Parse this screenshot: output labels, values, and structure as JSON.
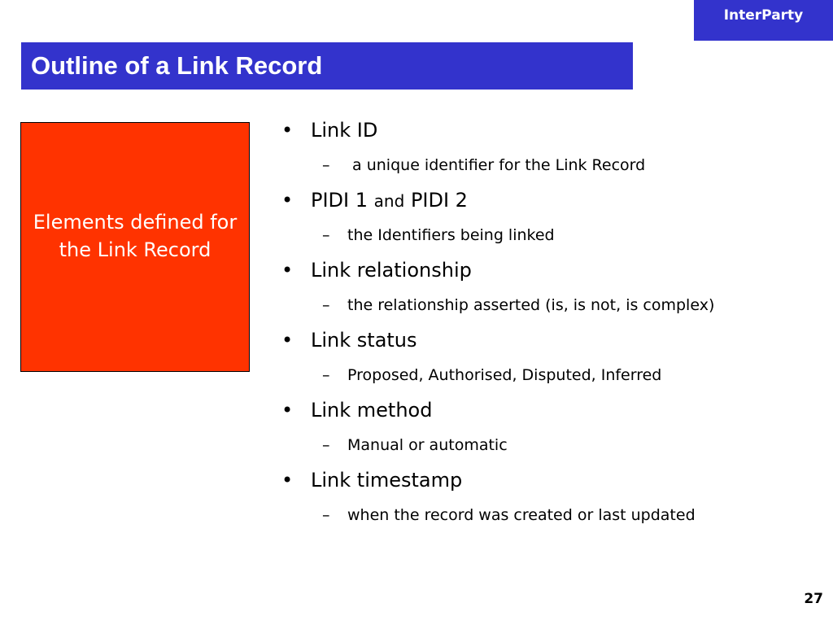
{
  "brand": "InterParty",
  "title": "Outline of a Link Record",
  "side_box": {
    "text": "Elements defined for the Link Record"
  },
  "bullet_glyph": "•",
  "dash_glyph": "–",
  "items": [
    {
      "label": "Link ID",
      "sub": " a unique identifier for the Link Record"
    },
    {
      "label_a": "PIDI 1",
      "label_and": "and",
      "label_b": "PIDI 2",
      "sub": "the Identifiers being linked"
    },
    {
      "label": "Link relationship",
      "sub": "the relationship asserted (is, is not, is complex)"
    },
    {
      "label": "Link status",
      "sub": "Proposed, Authorised, Disputed, Inferred"
    },
    {
      "label": "Link method",
      "sub": "Manual or automatic"
    },
    {
      "label": "Link timestamp",
      "sub": "when the record was created or last updated"
    }
  ],
  "page_number": "27",
  "colors": {
    "brand_blue": "#3333cc",
    "box_red": "#ff3300",
    "text": "#000000",
    "inverse_text": "#ffffff"
  }
}
